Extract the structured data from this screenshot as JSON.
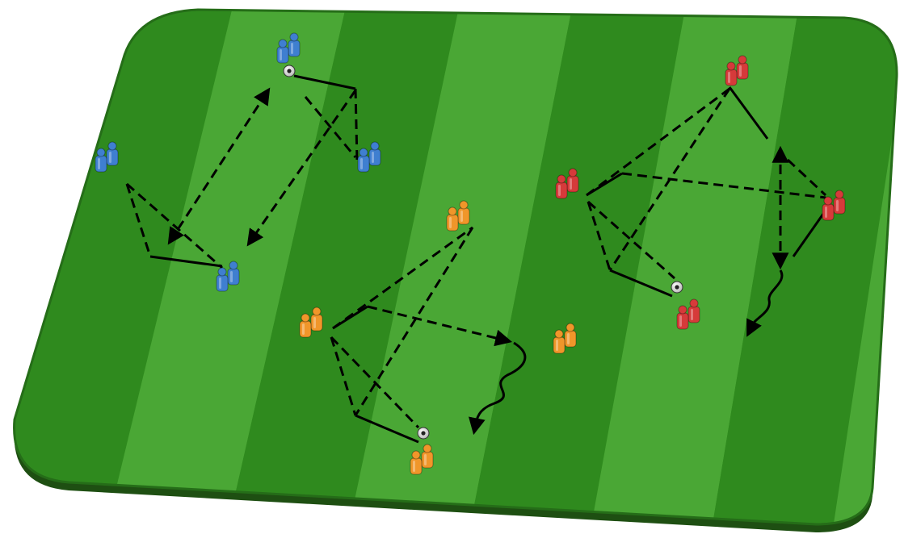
{
  "pitch": {
    "stripe_colors": [
      "#2f8a1e",
      "#4aa735"
    ],
    "edge_color": "#1f5e14",
    "stripe_count": 8
  },
  "team_colors": {
    "blue": "#3f7fd0",
    "orange": "#f0962a",
    "red": "#d63a3a"
  },
  "line_color": "#000000",
  "drills": [
    {
      "id": "drill-blue",
      "team": "blue",
      "player_groups": 4,
      "balls": 1
    },
    {
      "id": "drill-orange",
      "team": "orange",
      "player_groups": 4,
      "balls": 1
    },
    {
      "id": "drill-red",
      "team": "red",
      "player_groups": 4,
      "balls": 1
    }
  ],
  "legend": {
    "pass_line": "dashed",
    "run_line": "solid",
    "dribble_line": "wavy"
  }
}
